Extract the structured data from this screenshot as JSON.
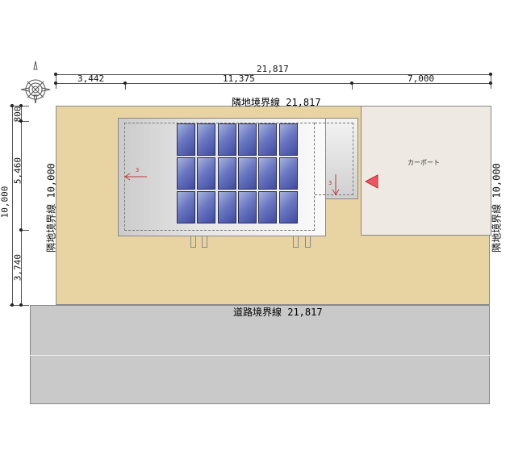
{
  "dimensions": {
    "top_total": "21,817",
    "top_segments": [
      "3,442",
      "11,375",
      "7,000"
    ],
    "left_total": "10,000",
    "left_segments": [
      "800",
      "5,460",
      "3,740"
    ]
  },
  "boundaries": {
    "north": "隣地境界線 21,817",
    "west": "隣地境界線 10,000",
    "east": "隣地境界線 10,000",
    "south": "道路境界線 21,817"
  },
  "areas": {
    "carport": "カーポート"
  },
  "colors": {
    "lot": "#e8d4a2",
    "carport": "#eeeae3",
    "road": "#c9c9c9",
    "panel": "#5561b3",
    "entrance_marker": "#ee5560",
    "slope_arrow": "#c0393f"
  },
  "solar_panels": {
    "rows": 3,
    "columns": 6
  },
  "slope_marks": [
    "3",
    "3"
  ]
}
